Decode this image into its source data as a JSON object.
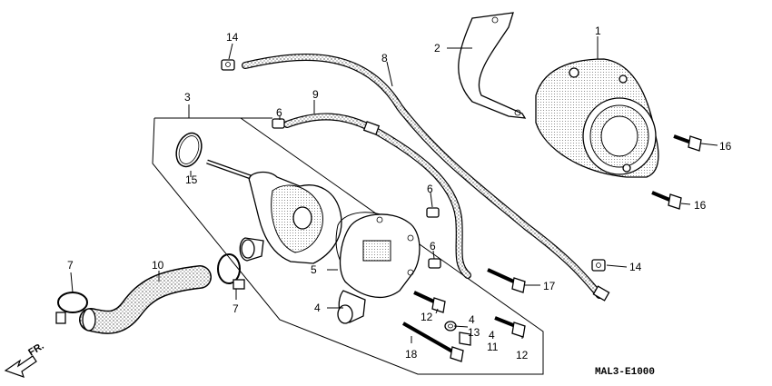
{
  "diagram": {
    "code": "MAL3-E1000",
    "direction": "FR.",
    "labels": {
      "l1": "1",
      "l2": "2",
      "l3": "3",
      "l4a": "4",
      "l4b": "4",
      "l4c": "4",
      "l5": "5",
      "l6a": "6",
      "l6b": "6",
      "l6c": "6",
      "l7a": "7",
      "l7b": "7",
      "l8": "8",
      "l9": "9",
      "l10": "10",
      "l11": "11",
      "l12a": "12",
      "l12b": "12",
      "l13": "13",
      "l14a": "14",
      "l14b": "14",
      "l15": "15",
      "l16a": "16",
      "l16b": "16",
      "l17": "17",
      "l18": "18"
    }
  }
}
